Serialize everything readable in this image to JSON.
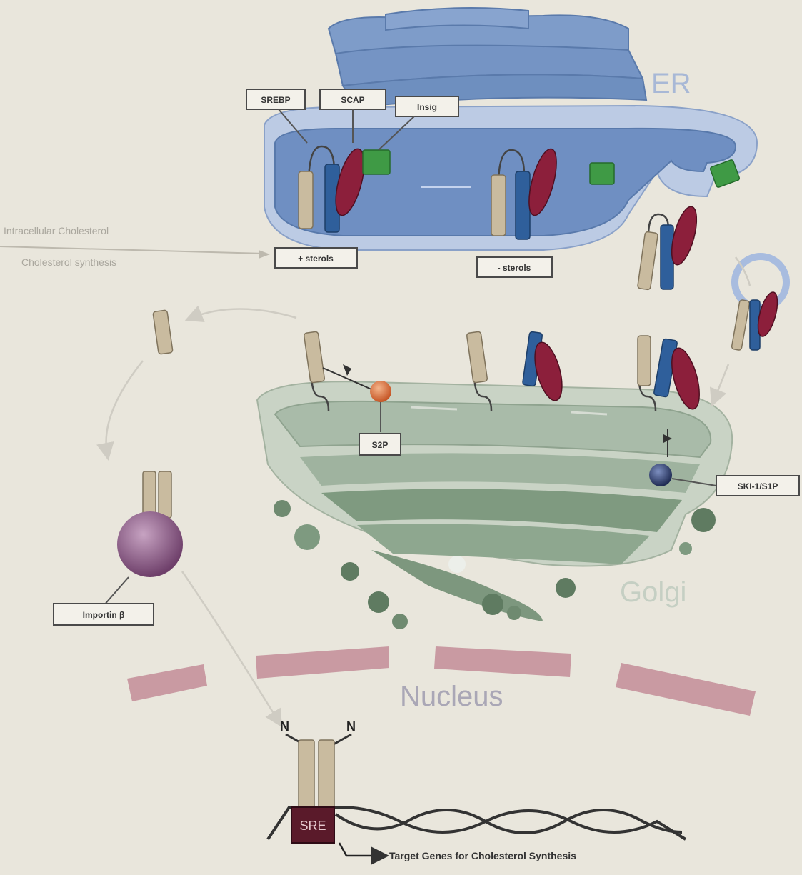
{
  "labels": {
    "srebp": "SREBP",
    "scap": "SCAP",
    "insig": "Insig",
    "plus_sterols": "+ sterols",
    "minus_sterols": "- sterols",
    "s2p": "S2P",
    "ski1_s1p": "SKI-1/S1P",
    "importin": "Importin β",
    "sre": "SRE",
    "target_genes": "Target Genes for Cholesterol Synthesis",
    "n1": "N",
    "n2": "N"
  },
  "side_text": {
    "line1": "Intracellular Cholesterol",
    "line2": "Cholesterol synthesis"
  },
  "regions": {
    "er": "ER",
    "golgi": "Golgi",
    "nucleus": "Nucleus"
  },
  "colors": {
    "background": "#e9e6dc",
    "er_fill": "#6f8fc2",
    "golgi_fill": "#a9bba9",
    "nucleus_membrane": "#c99aa2",
    "importin": "#8a5a86",
    "s2p_protease": "#d9733e",
    "s1p_protease": "#2e3f6e",
    "sre_box": "#5a1a2a"
  }
}
